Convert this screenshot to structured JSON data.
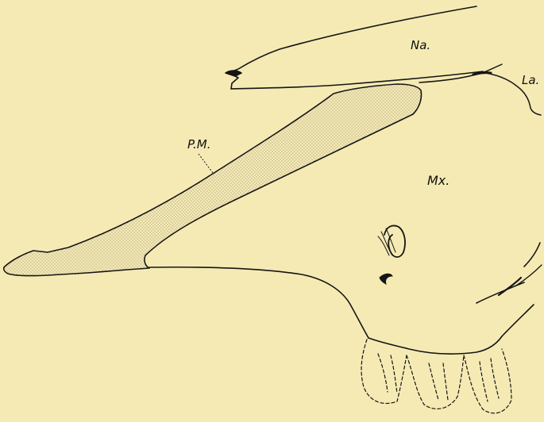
{
  "labels": {
    "nasal": "Na.",
    "lacrimal": "La.",
    "premaxilla": "P.M.",
    "maxilla": "Mx."
  },
  "colors": {
    "background": "#f5eab4",
    "stroke": "#151515",
    "stipple": "#6f6a58"
  }
}
